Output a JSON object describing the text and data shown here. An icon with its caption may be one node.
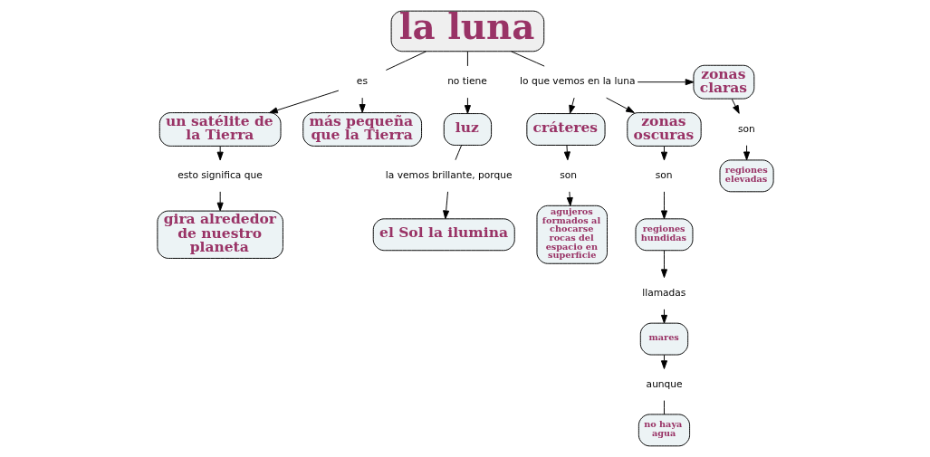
{
  "diagram": {
    "nodes": [
      {
        "text": [
          "la luna"
        ]
      },
      {
        "text": [
          "es"
        ]
      },
      {
        "text": [
          "no tiene"
        ]
      },
      {
        "text": [
          "lo que vemos en la luna"
        ]
      },
      {
        "text": [
          "zonas claras"
        ]
      },
      {
        "text": [
          "un satélite de la Tierra"
        ]
      },
      {
        "text": [
          "más pequeña que la Tierra"
        ]
      },
      {
        "text": [
          "luz"
        ]
      },
      {
        "text": [
          "cráteres"
        ]
      },
      {
        "text": [
          "zonas oscuras"
        ]
      },
      {
        "text": [
          "son"
        ]
      },
      {
        "text": [
          "regiones elevadas"
        ]
      },
      {
        "text": [
          "esto significa que"
        ]
      },
      {
        "text": [
          "la vemos brillante, porque"
        ]
      },
      {
        "text": [
          "son"
        ]
      },
      {
        "text": [
          "gira alrededor de nuestro planeta"
        ]
      },
      {
        "text": [
          "el Sol la ilumina"
        ]
      },
      {
        "text": [
          "regiones hundidas"
        ]
      },
      {
        "text": [
          "son"
        ]
      },
      {
        "text": [
          "llamadas"
        ]
      },
      {
        "text": [
          "mares"
        ]
      },
      {
        "text": [
          "agujeros formados al chocarse rocas del espacio en superficie"
        ]
      },
      {
        "text": [
          "aunque"
        ]
      },
      {
        "text": [
          "no haya agua"
        ]
      }
    ],
    "edges": [
      {
        "from": 0,
        "to": 1,
        "arrow": "none"
      },
      {
        "from": 1,
        "to": 5,
        "arrow": "to"
      },
      {
        "from": 1,
        "to": 6,
        "arrow": "to"
      },
      {
        "from": 0,
        "to": 2,
        "arrow": "none"
      },
      {
        "from": 2,
        "to": 7,
        "arrow": "to"
      },
      {
        "from": 0,
        "to": 3,
        "arrow": "none"
      },
      {
        "from": 3,
        "to": 4,
        "arrow": "to"
      },
      {
        "from": 3,
        "to": 8,
        "arrow": "to"
      },
      {
        "from": 3,
        "to": 9,
        "arrow": "to"
      },
      {
        "from": 4,
        "to": 10,
        "arrow": "to"
      },
      {
        "from": 10,
        "to": 11,
        "arrow": "to"
      },
      {
        "from": 5,
        "to": 12,
        "arrow": "to"
      },
      {
        "from": 12,
        "to": 15,
        "arrow": "to"
      },
      {
        "from": 7,
        "to": 13,
        "arrow": "none"
      },
      {
        "from": 13,
        "to": 16,
        "arrow": "to"
      },
      {
        "from": 9,
        "to": 14,
        "arrow": "to"
      },
      {
        "from": 14,
        "to": 17,
        "arrow": "to"
      },
      {
        "from": 8,
        "to": 18,
        "arrow": "to"
      },
      {
        "from": 18,
        "to": 21,
        "arrow": "to"
      },
      {
        "from": 17,
        "to": 19,
        "arrow": "to"
      },
      {
        "from": 19,
        "to": 20,
        "arrow": "to"
      },
      {
        "from": 20,
        "to": 22,
        "arrow": "to"
      },
      {
        "from": 22,
        "to": 23,
        "arrow": "none"
      }
    ]
  }
}
